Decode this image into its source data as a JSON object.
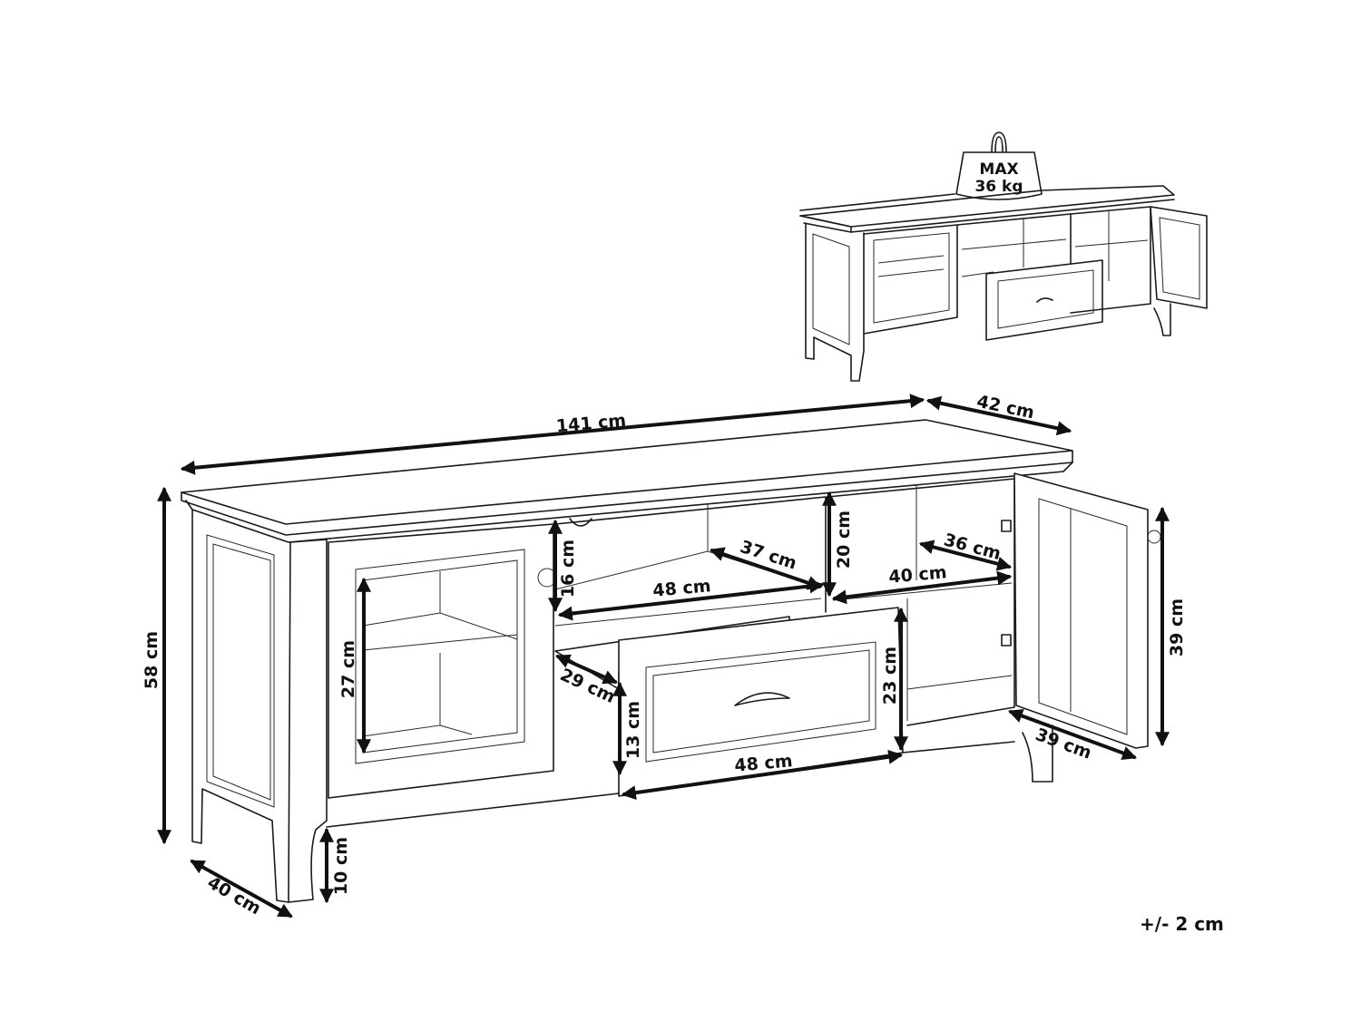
{
  "diagram": {
    "type": "product-dimension-drawing",
    "subject": "TV stand with two glass doors, open shelves and one drawer",
    "weight_badge": {
      "line1": "MAX",
      "line2": "36 kg"
    },
    "tolerance": "+/- 2 cm",
    "dimensions": {
      "overall_width": "141 cm",
      "overall_depth_top": "42 cm",
      "overall_height": "58 cm",
      "leg_depth": "40 cm",
      "leg_height": "10 cm",
      "left_door_inner_height": "27 cm",
      "center_shelf_height": "16 cm",
      "center_shelf_width": "48 cm",
      "center_shelf_depth": "37 cm",
      "right_shelf_height": "20 cm",
      "right_shelf_width": "40 cm",
      "right_shelf_depth": "36 cm",
      "drawer_depth": "29 cm",
      "drawer_inner_height": "13 cm",
      "drawer_front_height": "23 cm",
      "drawer_front_width": "48 cm",
      "right_compartment_height": "39 cm",
      "right_door_width": "39 cm"
    }
  }
}
